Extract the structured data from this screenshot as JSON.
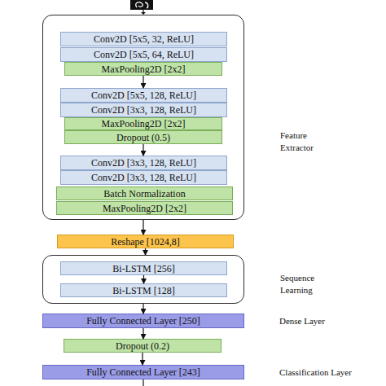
{
  "diagram": {
    "nodes": [
      {
        "text": [
          "Feature Extractor"
        ]
      },
      {
        "text": [
          "Conv2D [5x5, 32, ReLU]"
        ],
        "in": 0
      },
      {
        "text": [
          "Conv2D [5x5, 64, ReLU]"
        ],
        "in": 0
      },
      {
        "text": [
          "MaxPooling2D [2x2]"
        ],
        "in": 0
      },
      {
        "text": [
          "Conv2D [5x5, 128, ReLU]"
        ],
        "in": 0
      },
      {
        "text": [
          "Conv2D [3x3, 128, ReLU]"
        ],
        "in": 0
      },
      {
        "text": [
          "MaxPooling2D [2x2]"
        ],
        "in": 0
      },
      {
        "text": [
          "Dropout (0.5)"
        ],
        "in": 0
      },
      {
        "text": [
          "Conv2D [3x3, 128, ReLU]"
        ],
        "in": 0
      },
      {
        "text": [
          "Conv2D [3x3, 128, ReLU]"
        ],
        "in": 0
      },
      {
        "text": [
          "Batch Normalization"
        ],
        "in": 0
      },
      {
        "text": [
          "MaxPooling2D [2x2]"
        ],
        "in": 0
      },
      {
        "text": [
          "Reshape [1024,8]"
        ]
      },
      {
        "text": [
          "Sequence Learning"
        ]
      },
      {
        "text": [
          "Bi-LSTM [256]"
        ],
        "in": 13
      },
      {
        "text": [
          "Bi-LSTM [128]"
        ],
        "in": 13
      },
      {
        "text": [
          "Fully Connected Layer [250]"
        ]
      },
      {
        "text": [
          "Dropout (0.2)"
        ]
      },
      {
        "text": [
          "Fully Connected Layer [243]"
        ]
      }
    ],
    "edges": [
      {
        "from": 3,
        "to": 4,
        "arrow": "to"
      },
      {
        "from": 7,
        "to": 8,
        "arrow": "to"
      },
      {
        "from": 0,
        "to": 12,
        "arrow": "to"
      },
      {
        "from": 12,
        "to": 13,
        "arrow": "to"
      },
      {
        "from": 14,
        "to": 15,
        "arrow": "to"
      },
      {
        "from": 13,
        "to": 16,
        "arrow": "to"
      },
      {
        "from": 16,
        "to": 17,
        "arrow": "to"
      },
      {
        "from": 17,
        "to": 18,
        "arrow": "to"
      }
    ],
    "labels": [
      "Dense Layer",
      "Classification Layer"
    ]
  }
}
